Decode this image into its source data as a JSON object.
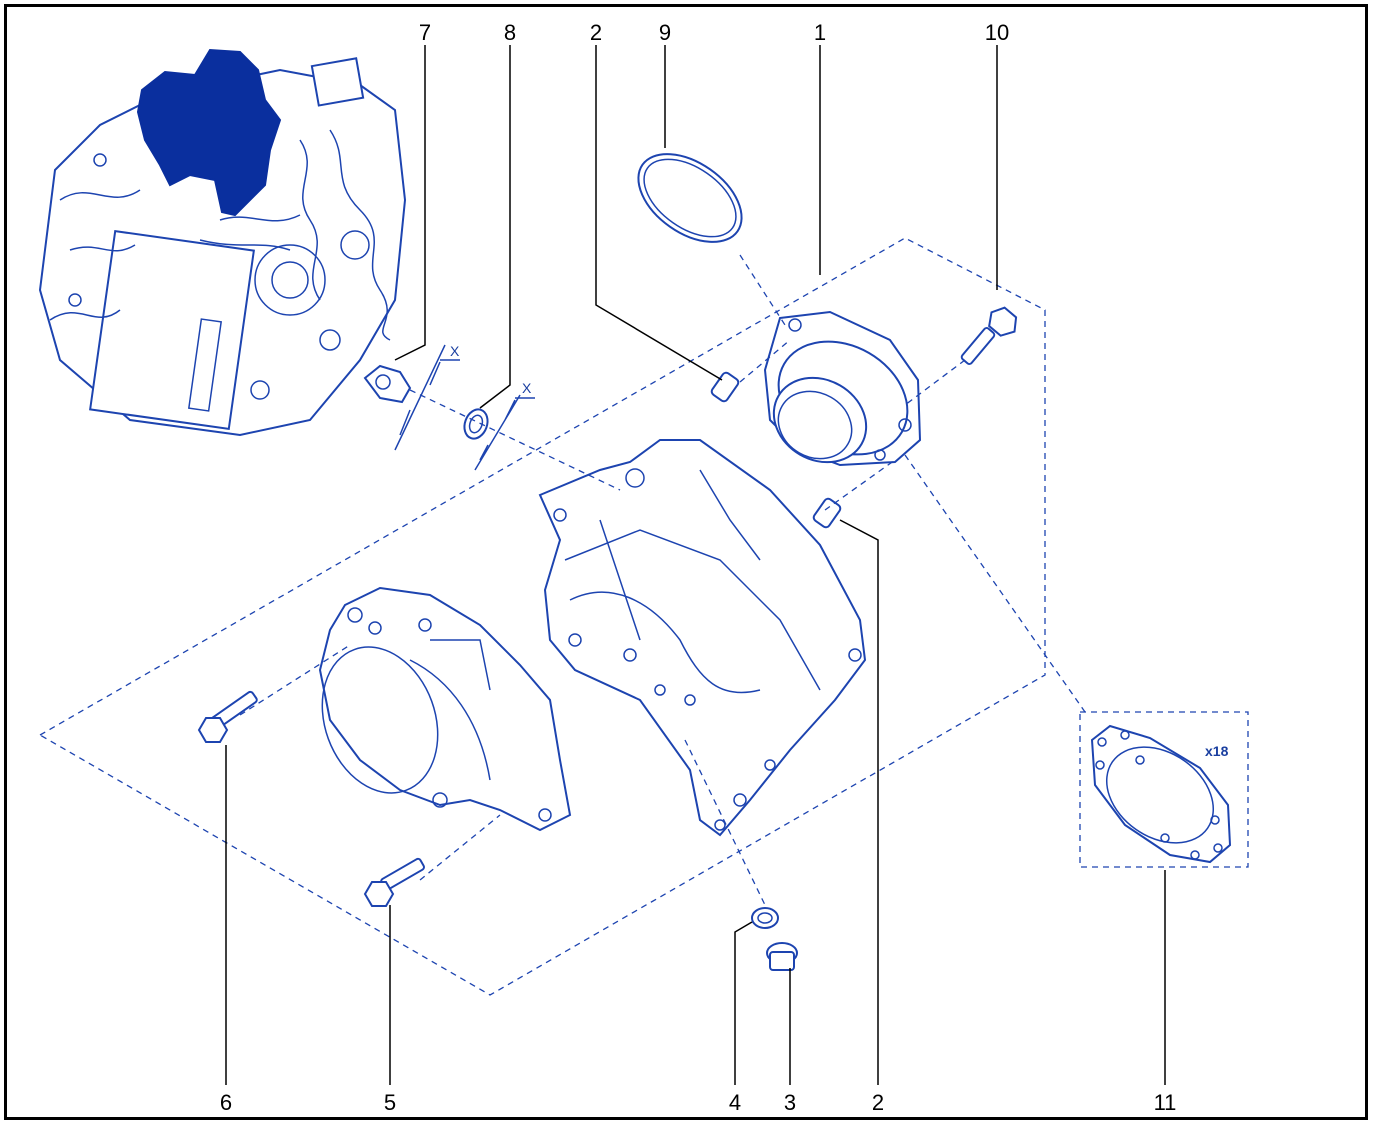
{
  "callouts": {
    "c1": "1",
    "c2a": "2",
    "c2b": "2",
    "c3": "3",
    "c4": "4",
    "c5": "5",
    "c6": "6",
    "c7": "7",
    "c8": "8",
    "c9": "9",
    "c10": "10",
    "c11": "11"
  },
  "quantity_badge": "x18",
  "dimension_marks": {
    "mark_a": "X",
    "mark_b": "X"
  },
  "colors": {
    "line": "#1d44b0",
    "highlight": "#0a2f9e",
    "callout": "#000000"
  }
}
